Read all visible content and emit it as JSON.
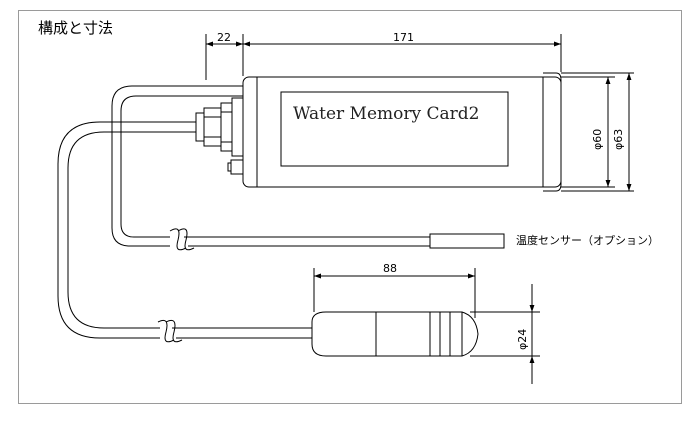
{
  "title": "構成と寸法",
  "device_label": "Water Memory Card2",
  "dimensions": {
    "offset": "22",
    "length": "171",
    "width_inner": "φ60",
    "width_outer": "φ63",
    "sensor_length": "88",
    "sensor_diameter": "φ24"
  },
  "temp_sensor_label": "温度センサー（オプション）"
}
